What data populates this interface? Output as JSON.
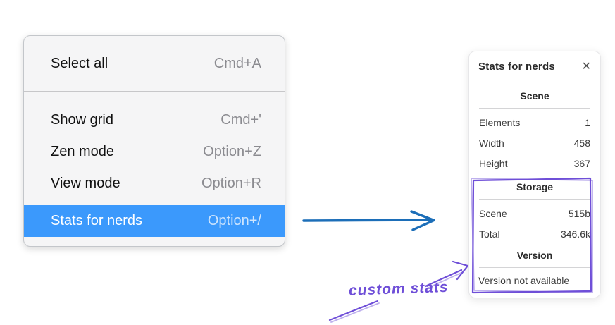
{
  "menu": {
    "items": [
      {
        "label": "Select all",
        "shortcut": "Cmd+A"
      },
      {
        "label": "Show grid",
        "shortcut": "Cmd+'"
      },
      {
        "label": "Zen mode",
        "shortcut": "Option+Z"
      },
      {
        "label": "View mode",
        "shortcut": "Option+R"
      },
      {
        "label": "Stats for nerds",
        "shortcut": "Option+/"
      }
    ],
    "selected_item": "Stats for nerds",
    "highlight_color": "#3b99fc"
  },
  "stats_panel": {
    "title": "Stats for nerds",
    "close_icon": "✕",
    "scene_section": {
      "heading": "Scene",
      "rows": [
        {
          "label": "Elements",
          "value": "1"
        },
        {
          "label": "Width",
          "value": "458"
        },
        {
          "label": "Height",
          "value": "367"
        }
      ]
    },
    "storage_section": {
      "heading": "Storage",
      "rows": [
        {
          "label": "Scene",
          "value": "515b"
        },
        {
          "label": "Total",
          "value": "346.6k"
        }
      ]
    },
    "version_section": {
      "heading": "Version",
      "note": "Version not available"
    }
  },
  "annotations": {
    "label": "custom stats",
    "violet_color": "#6f4fd8",
    "arrow_color": "#1c6eb8"
  }
}
